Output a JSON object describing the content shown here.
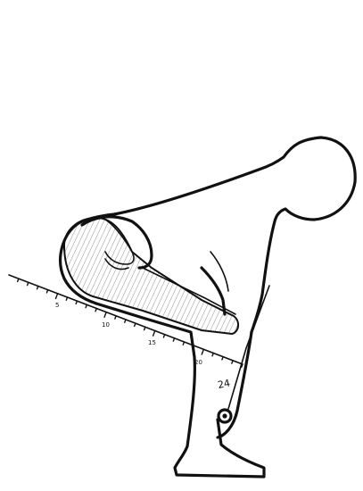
{
  "drawing": {
    "ink_color": "#111111",
    "background": "#ffffff",
    "scale": {
      "marks": [
        "5",
        "10",
        "15",
        "20"
      ],
      "end_mark": "24"
    }
  }
}
